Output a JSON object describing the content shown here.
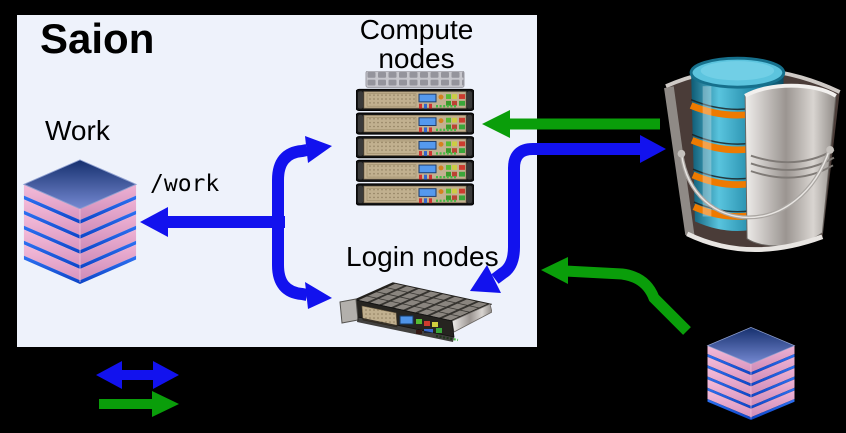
{
  "window": {
    "background": "#000000"
  },
  "cluster_box": {
    "title": "Saion",
    "background": "#eef2fb",
    "border_color": "#000000",
    "work": {
      "label": "Work",
      "mount_path": "/work",
      "icon": "disk-stack-icon"
    },
    "compute": {
      "label": "Compute nodes",
      "icon": "server-rack-icon"
    },
    "login": {
      "label": "Login nodes",
      "icon": "rack-server-icon"
    }
  },
  "external": {
    "object_storage": {
      "icon": "bucket-database-icon"
    },
    "remote_storage": {
      "icon": "disk-stack-icon"
    }
  },
  "arrows": {
    "blue": "#1212ee",
    "green": "#0a9e0a",
    "connections": [
      {
        "name": "work-to-compute-and-login",
        "color": "blue",
        "type": "bidirectional-branch"
      },
      {
        "name": "login-to-object-storage",
        "color": "blue",
        "type": "bidirectional"
      },
      {
        "name": "object-storage-to-compute",
        "color": "green",
        "type": "unidirectional"
      },
      {
        "name": "remote-storage-to-login",
        "color": "green",
        "type": "unidirectional"
      }
    ]
  },
  "legend": {
    "items": [
      {
        "icon": "blue-double-arrow",
        "meaning_color": "blue"
      },
      {
        "icon": "green-arrow",
        "meaning_color": "green"
      }
    ]
  }
}
